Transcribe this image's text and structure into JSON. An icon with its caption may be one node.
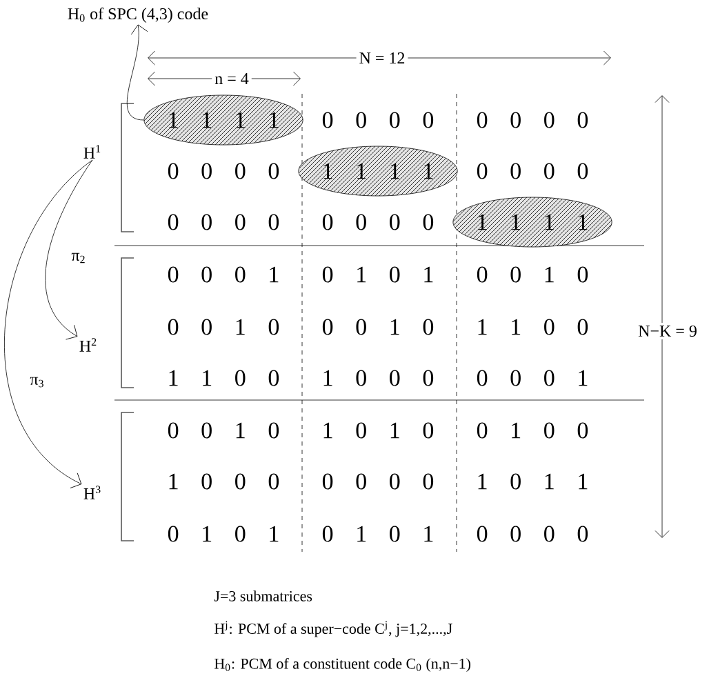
{
  "diagram": {
    "nodes": [
      {
        "text": [
          "H$_{0}$ of SPC (4,3) code"
        ]
      },
      {
        "text": [
          "1 1 1 1"
        ]
      },
      {
        "text": [
          "1 1 1 1"
        ]
      },
      {
        "text": [
          "1 1 1 1"
        ]
      },
      {
        "text": [
          "H$^{1}$"
        ]
      },
      {
        "text": [
          "H$^{2}$"
        ]
      },
      {
        "text": [
          "H$^{3}$"
        ]
      }
    ],
    "edges": [
      {
        "from": 1,
        "to": 0,
        "arrow": "to"
      },
      {
        "from": 4,
        "to": 5,
        "arrow": "to",
        "label": "π$_{2}$"
      },
      {
        "from": 4,
        "to": 6,
        "arrow": "to",
        "label": "π$_{3}$"
      }
    ],
    "labels": [
      "N = 12",
      "n = 4",
      "0 0 0 0",
      "0 0 0 0",
      "0 0 0 0",
      "0 0 0 0",
      "0 0 0 0",
      "0 0 0 0",
      "0 0 0 1",
      "0 1 0 1",
      "0 0 1 0",
      "0 0 1 0",
      "0 0 1 0",
      "1 1 0 0",
      "1 1 0 0",
      "1 0 0 0",
      "0 0 0 1",
      "0 0 1 0",
      "1 0 1 0",
      "0 1 0 0",
      "1 0 0 0",
      "0 0 0 0",
      "1 0 1 1",
      "0 1 0 1",
      "0 1 0 1",
      "0 0 0 0",
      "N−K = 9",
      "J=3 submatrices",
      "H$^{j}$: PCM of a super−code C$^{j}$, j=1,2,...,J",
      "H$_{0}$: PCM of a constituent code C$_{0}$ (n,n−1)"
    ]
  }
}
